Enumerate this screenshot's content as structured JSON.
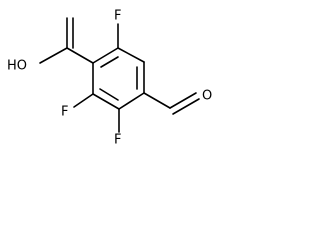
{
  "molecule": {
    "labels": {
      "hydroxyl": "HO",
      "fluorine_top": "F",
      "fluorine_left": "F",
      "fluorine_bottom": "F",
      "aldehyde_oxygen": "O"
    }
  }
}
